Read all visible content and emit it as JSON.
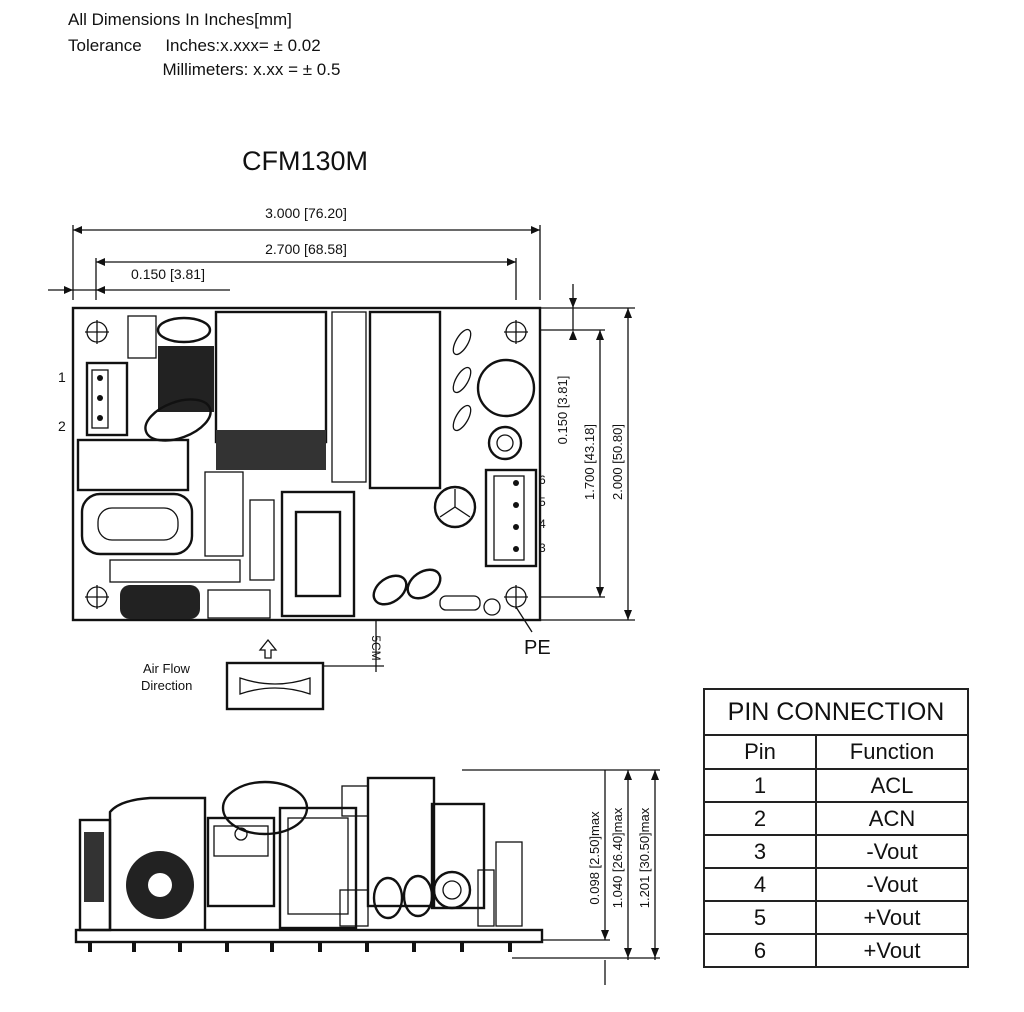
{
  "header": {
    "line1": "All Dimensions In Inches[mm]",
    "line2": "Tolerance     Inches:x.xxx= ± 0.02",
    "line3": "                    Millimeters: x.xx = ± 0.5"
  },
  "model": "CFM130M",
  "dimensions": {
    "overall_length": "3.000 [76.20]",
    "hole_span_length": "2.700 [68.58]",
    "hole_offset": "0.150 [3.81]",
    "hole_offset_vertical": "0.150 [3.81]",
    "hole_span_width": "1.700 [43.18]",
    "overall_width": "2.000 [50.80]",
    "pcb_to_component": "0.098 [2.50]max",
    "component_height": "1.040 [26.40]max",
    "overall_height": "1.201 [30.50]max"
  },
  "labels": {
    "pin1": "1",
    "pin2": "2",
    "out_pins": [
      "6",
      "5",
      "4",
      "3"
    ],
    "pe": "PE",
    "airflow_line1": "Air Flow",
    "airflow_line2": "Direction",
    "gap": "5CM"
  },
  "pin_table": {
    "title": "PIN CONNECTION",
    "col_pin": "Pin",
    "col_function": "Function",
    "rows": [
      {
        "pin": "1",
        "function": "ACL"
      },
      {
        "pin": "2",
        "function": "ACN"
      },
      {
        "pin": "3",
        "function": "-Vout"
      },
      {
        "pin": "4",
        "function": "-Vout"
      },
      {
        "pin": "5",
        "function": "+Vout"
      },
      {
        "pin": "6",
        "function": "+Vout"
      }
    ]
  }
}
